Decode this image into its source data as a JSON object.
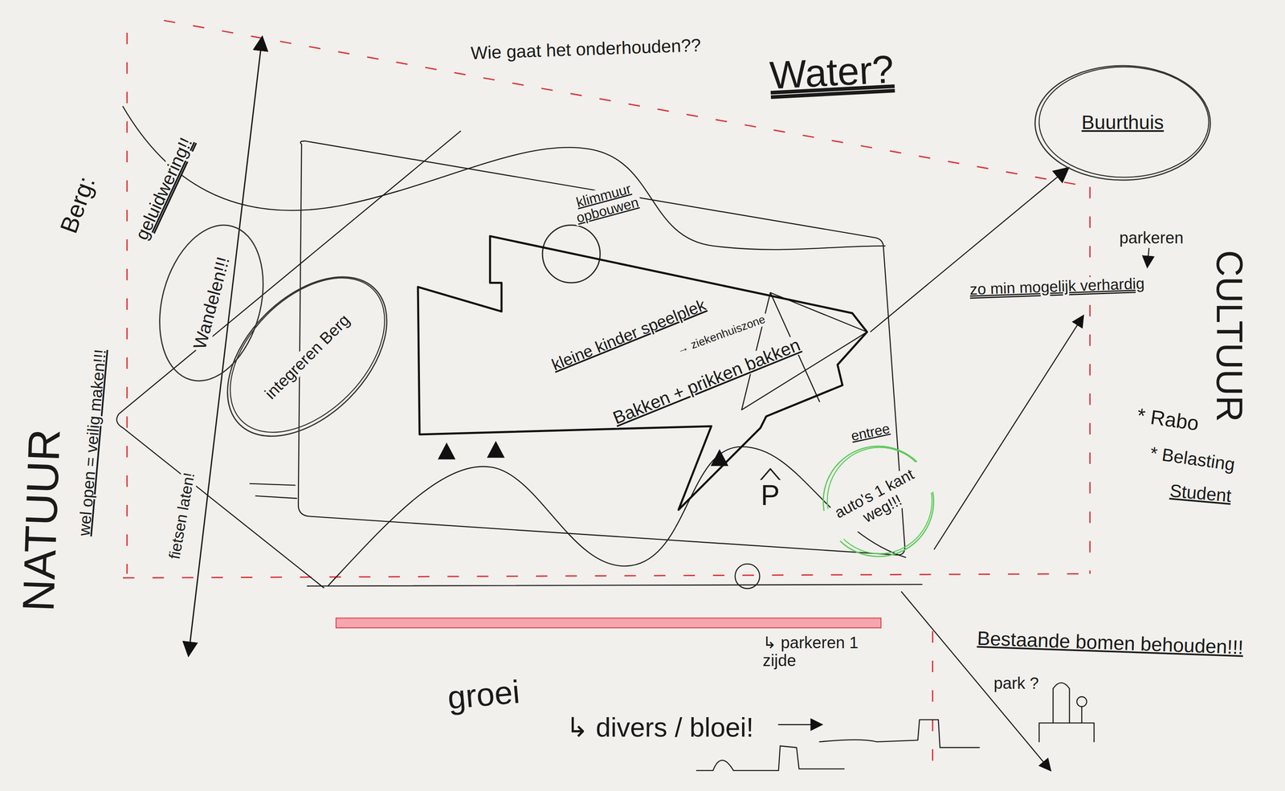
{
  "diagram": {
    "nodes": [
      {
        "text": [
          "Buurthuis"
        ]
      },
      {
        "text": [
          "klimmuur opbouwen"
        ]
      },
      {
        "text": [
          "Wandelen!!!"
        ]
      },
      {
        "text": [
          "integreren Berg"
        ]
      },
      {
        "text": [
          "kleine kinder speelplek",
          "→ ziekenhuiszone",
          "Bakken + prikken bakken"
        ]
      },
      {
        "text": [
          "entree",
          "auto's 1 kant weg!!!"
        ]
      }
    ],
    "edges": [
      {
        "from": 4,
        "to": 0,
        "arrow": "to"
      }
    ],
    "labels": [
      "Wie gaat het onderhouden??",
      "Water?",
      "parkeren",
      "zo min mogelijk verhardig",
      "CULTUUR",
      "* Rabo",
      "* Belasting",
      "Student",
      "Bestaande bomen behouden!!!",
      "park ?",
      "groei",
      "↳ divers / bloei!",
      "↳ parkeren 1 zijde",
      "P",
      "Berg:",
      "geluidwering!!",
      "fietsen laten!",
      "NATUUR",
      "wel open = veilig maken!!!"
    ]
  }
}
